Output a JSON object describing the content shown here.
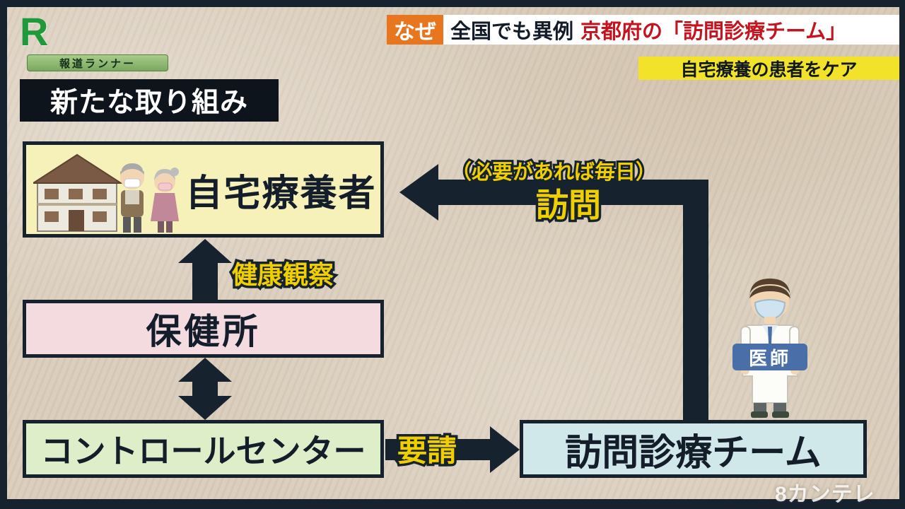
{
  "broadcaster": {
    "logo_letter": "R",
    "program_name": "報道ランナー",
    "watermark": "8カンテレ"
  },
  "headline": {
    "badge": "なぜ",
    "title_black": "全国でも異例",
    "title_red": "京都府の「訪問診療チーム」",
    "subtitle": "自宅療養の患者をケア"
  },
  "diagram": {
    "title": "新たな取り組み",
    "nodes": {
      "home_patient": "自宅療養者",
      "health_center": "保健所",
      "control_center": "コントロールセンター",
      "visit_team": "訪問診療チーム"
    },
    "labels": {
      "health_observation": "健康観察",
      "request": "要請",
      "visit_note": "（必要があれば毎日）",
      "visit": "訪問",
      "doctor": "医師"
    }
  },
  "colors": {
    "frame": "#16222e",
    "background": "#d9ccba",
    "badge_orange": "#e8761e",
    "title_red": "#c41420",
    "subtitle_yellow": "#f2e22a",
    "node_yellow": "#f6f1b8",
    "node_pink": "#f4dbe0",
    "node_green": "#ddeec8",
    "node_blue": "#d0e8ea",
    "arrow_dark": "#16222e",
    "label_yellow": "#f0cf00",
    "doctor_badge_blue": "#4a6fa8"
  }
}
